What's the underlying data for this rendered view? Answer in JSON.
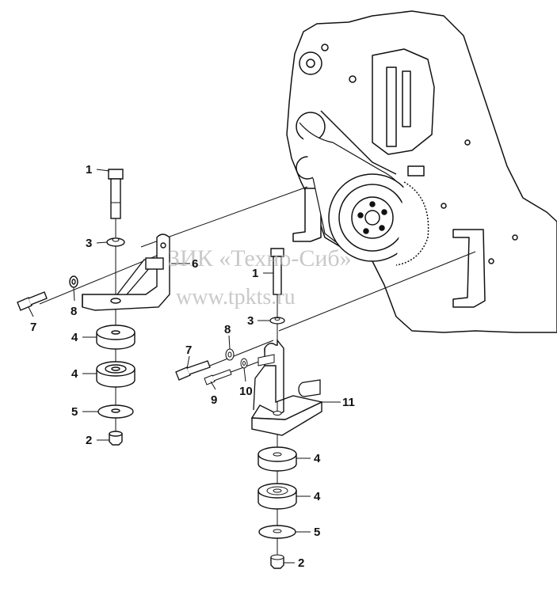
{
  "watermark": {
    "line1": "ЗИК «Техно-Сиб»",
    "line2": "www.tpkts.ru"
  },
  "callouts": {
    "left": {
      "bolt_1": "1",
      "washer_3": "3",
      "bracket_6": "6",
      "bolt_7": "7",
      "washer_8": "8",
      "cushion_4a": "4",
      "cushion_4b": "4",
      "plate_5": "5",
      "nut_2": "2"
    },
    "right": {
      "bolt_1": "1",
      "washer_3": "3",
      "washer_8": "8",
      "bolt_7": "7",
      "washer_10": "10",
      "bolt_9": "9",
      "bracket_11": "11",
      "cushion_4a": "4",
      "cushion_4b": "4",
      "plate_5": "5",
      "nut_2": "2"
    }
  }
}
